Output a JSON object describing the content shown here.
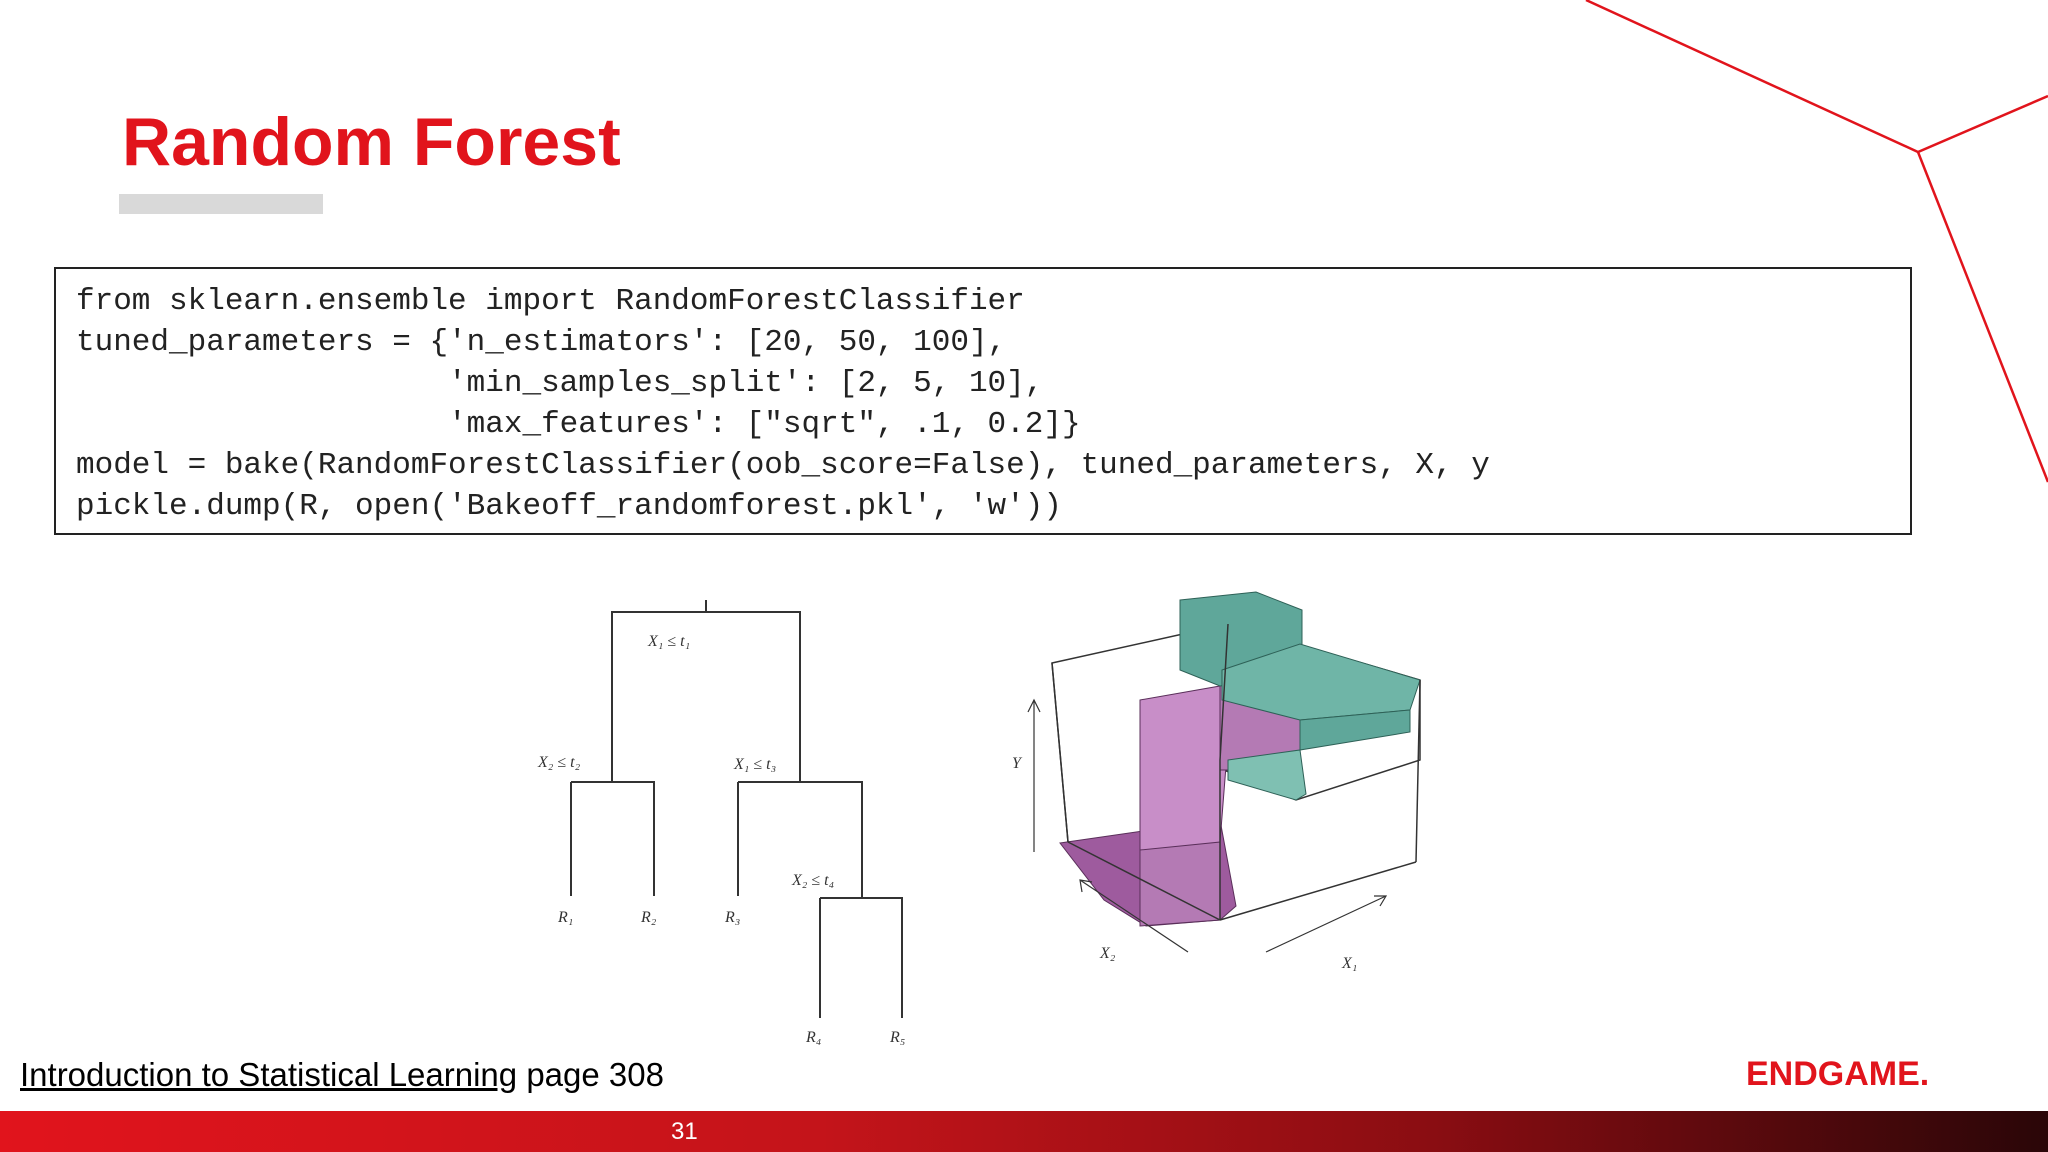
{
  "slide": {
    "title": "Random Forest",
    "page_number": "31",
    "accent_color": "#e1141c"
  },
  "code": {
    "lines": [
      "from sklearn.ensemble import RandomForestClassifier",
      "tuned_parameters = {'n_estimators': [20, 50, 100],",
      "                    'min_samples_split': [2, 5, 10],",
      "                    'max_features': [\"sqrt\", .1, 0.2]}",
      "model = bake(RandomForestClassifier(oob_score=False), tuned_parameters, X, y",
      "pickle.dump(R, open('Bakeoff_randomforest.pkl', 'w'))"
    ]
  },
  "tree_figure": {
    "split_root": "X₁ ≤ t₁",
    "split_left": "X₂ ≤ t₂",
    "split_right": "X₁ ≤ t₃",
    "split_right_right": "X₂ ≤ t₄",
    "leaf_r1": "R₁",
    "leaf_r2": "R₂",
    "leaf_r3": "R₃",
    "leaf_r4": "R₄",
    "leaf_r5": "R₅"
  },
  "surface_figure": {
    "y_axis_label": "Y",
    "x2_axis_label": "X₂",
    "x1_axis_label": "X₁",
    "teal_color": "#5fa79a",
    "purple_color": "#9e5b9e"
  },
  "footer": {
    "reference_link": "Introduction to Statistical Learning",
    "reference_page": "page 308",
    "logo_text": "ENDGAME."
  }
}
